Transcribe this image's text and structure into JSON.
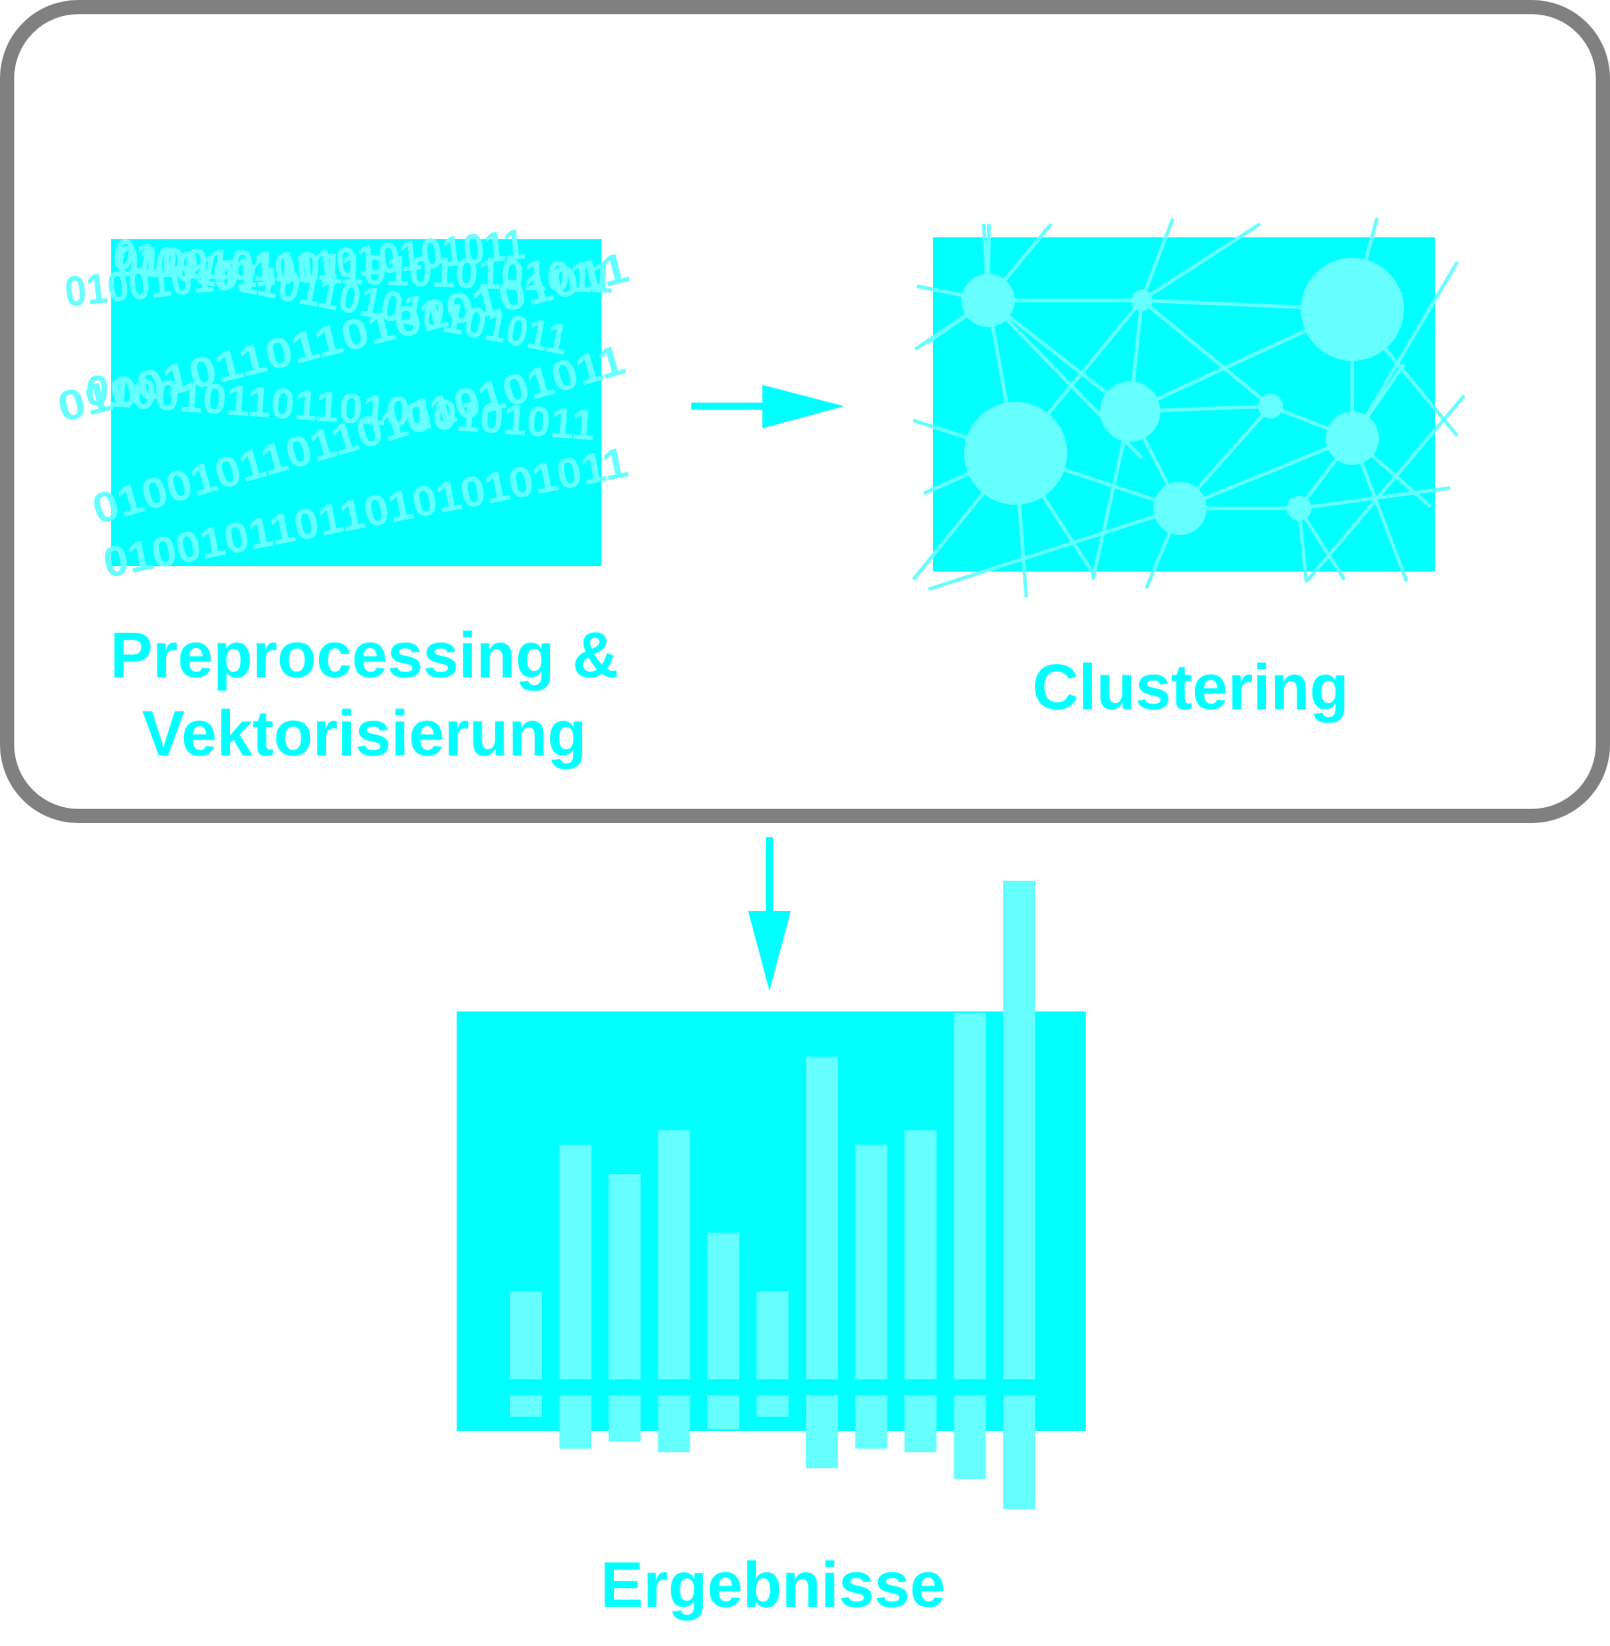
{
  "colors": {
    "accent": "#00ffff",
    "accent_light": "#66ffff",
    "frame": "#808080",
    "background": "#ffffff"
  },
  "steps": {
    "preprocessing": {
      "label_line1": "Preprocessing &",
      "label_line2": "Vektorisierung",
      "binary_strings": [
        "0100101101101010101011",
        "0100101011011010101011",
        "0100101101101010101011",
        "0100101101101010101011",
        "0100101101101010101011",
        "0100101101101010101011",
        "0100101101101010101011"
      ]
    },
    "clustering": {
      "label": "Clustering"
    },
    "results": {
      "label": "Ergebnisse",
      "chart_data": {
        "type": "bar",
        "title": "",
        "xlabel": "",
        "ylabel": "",
        "series": [
          {
            "values": [
              3,
              8,
              7,
              8.5,
              5,
              3,
              11,
              8,
              8.5,
              12.5,
              17
            ]
          },
          {
            "values": [
              -1.2,
              -3,
              -2.6,
              -3.2,
              -1.9,
              -1.2,
              -4.1,
              -3,
              -3.2,
              -4.7,
              -6.4
            ]
          }
        ]
      }
    }
  }
}
